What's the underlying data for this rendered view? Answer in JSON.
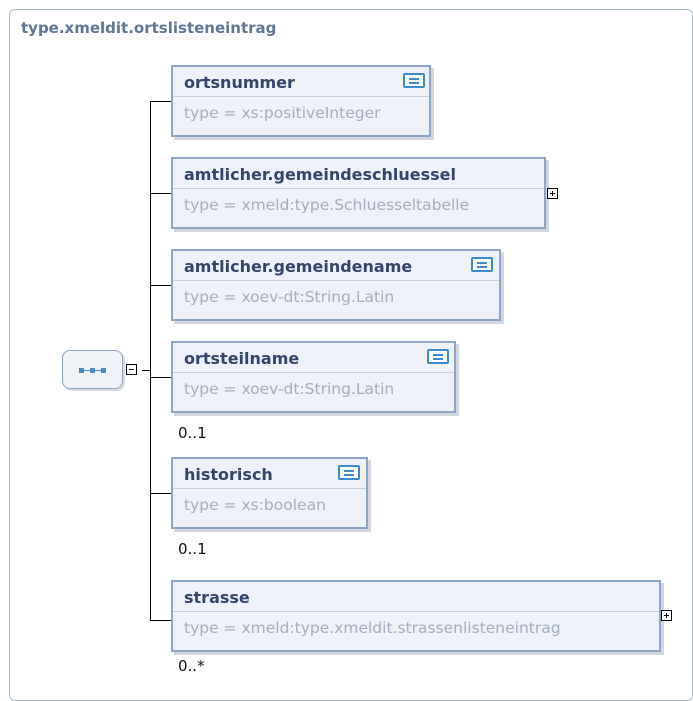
{
  "title": "type.xmeldit.ortslisteneintrag",
  "compositor": {
    "kind": "sequence",
    "icon": "sequence-icon"
  },
  "elements": [
    {
      "name": "ortsnummer",
      "type": "type = xs:positiveInteger",
      "occurrence": "",
      "has_doc": true,
      "expandable": false
    },
    {
      "name": "amtlicher.gemeindeschluessel",
      "type": "type = xmeld:type.Schluesseltabelle",
      "occurrence": "",
      "has_doc": false,
      "expandable": true
    },
    {
      "name": "amtlicher.gemeindename",
      "type": "type = xoev-dt:String.Latin",
      "occurrence": "",
      "has_doc": true,
      "expandable": false
    },
    {
      "name": "ortsteilname",
      "type": "type = xoev-dt:String.Latin",
      "occurrence": "0..1",
      "has_doc": true,
      "expandable": false
    },
    {
      "name": "historisch",
      "type": "type = xs:boolean",
      "occurrence": "0..1",
      "has_doc": true,
      "expandable": false
    },
    {
      "name": "strasse",
      "type": "type = xmeld:type.xmeldit.strassenlisteneintrag",
      "occurrence": "0..*",
      "has_doc": false,
      "expandable": true
    }
  ],
  "colors": {
    "border": "#8ea4c4",
    "fill": "#eef1f7",
    "name": "#33456a",
    "type": "#a5aec0",
    "title": "#5f7792",
    "doc_icon": "#3d8bcf"
  }
}
